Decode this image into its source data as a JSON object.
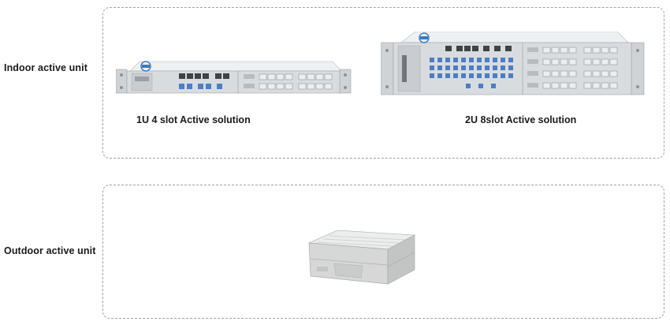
{
  "indoor": {
    "label": "Indoor active unit",
    "products": [
      {
        "caption": "1U 4 slot Active solution",
        "image": "1u-rack-chassis"
      },
      {
        "caption": "2U 8slot Active solution",
        "image": "2u-rack-chassis"
      }
    ]
  },
  "outdoor": {
    "label": "Outdoor active unit",
    "image": "outdoor-enclosure"
  },
  "colors": {
    "panel_border": "#9aa3ad",
    "chassis": "#d9dcdf",
    "port_blue": "#4a7fc4",
    "enclosure": "#d6d7d6"
  }
}
